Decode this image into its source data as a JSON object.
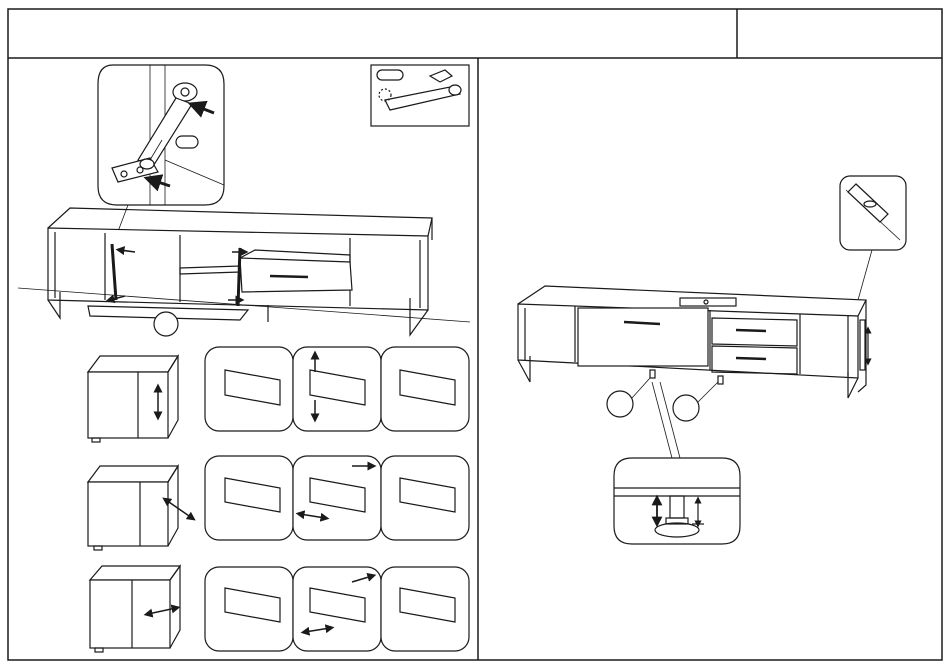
{
  "sheet": {
    "header_title": "",
    "header_page": ""
  },
  "colors": {
    "line": "#1a1a1a",
    "panel": "#ffffff",
    "shade": "#d9d9d9",
    "metal": "#bdbdbd"
  },
  "left_panel": {
    "detail_callout": "gas-strut-detail",
    "hardware_box": "gas-strut-part",
    "main_figure": "tv-unit-with-open-flap",
    "marker_a": "",
    "hinge_rows": [
      {
        "name": "height-adjust",
        "arrow": "vertical"
      },
      {
        "name": "depth-adjust",
        "arrow": "diagonal"
      },
      {
        "name": "side-adjust",
        "arrow": "horizontal"
      }
    ]
  },
  "right_panel": {
    "main_figure": "tv-unit-assembled",
    "level_detail": "bubble-level",
    "foot_detail": "adjustable-foot",
    "marker_b": "",
    "marker_c": ""
  }
}
